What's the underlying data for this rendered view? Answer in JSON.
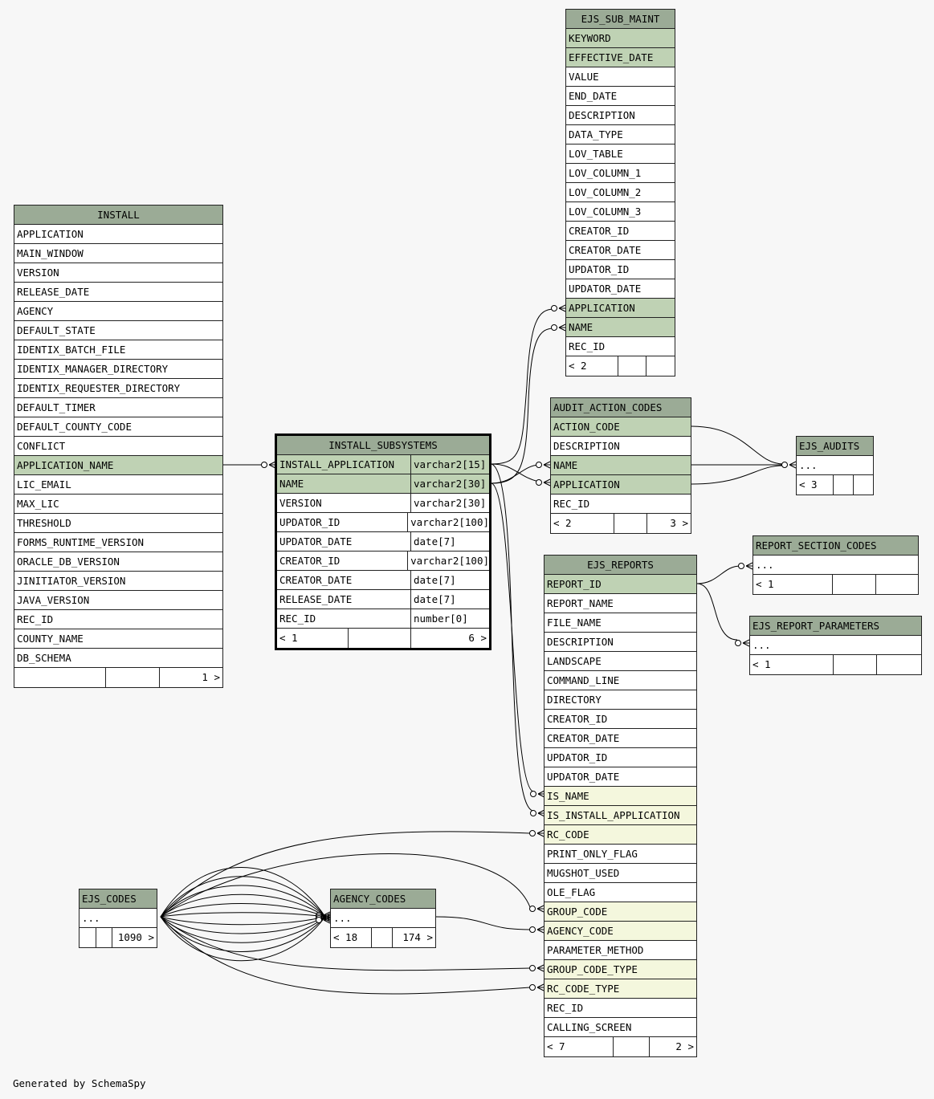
{
  "tables": {
    "install": {
      "name": "INSTALL",
      "columns": [
        "APPLICATION",
        "MAIN_WINDOW",
        "VERSION",
        "RELEASE_DATE",
        "AGENCY",
        "DEFAULT_STATE",
        "IDENTIX_BATCH_FILE",
        "IDENTIX_MANAGER_DIRECTORY",
        "IDENTIX_REQUESTER_DIRECTORY",
        "DEFAULT_TIMER",
        "DEFAULT_COUNTY_CODE",
        "CONFLICT",
        "APPLICATION_NAME",
        "LIC_EMAIL",
        "MAX_LIC",
        "THRESHOLD",
        "FORMS_RUNTIME_VERSION",
        "ORACLE_DB_VERSION",
        "JINITIATOR_VERSION",
        "JAVA_VERSION",
        "REC_ID",
        "COUNTY_NAME",
        "DB_SCHEMA"
      ],
      "footer": [
        "",
        "",
        "1 >"
      ]
    },
    "install_subsystems": {
      "name": "INSTALL_SUBSYSTEMS",
      "columns": [
        {
          "name": "INSTALL_APPLICATION",
          "type": "varchar2[15]"
        },
        {
          "name": "NAME",
          "type": "varchar2[30]"
        },
        {
          "name": "VERSION",
          "type": "varchar2[30]"
        },
        {
          "name": "UPDATOR_ID",
          "type": "varchar2[100]"
        },
        {
          "name": "UPDATOR_DATE",
          "type": "date[7]"
        },
        {
          "name": "CREATOR_ID",
          "type": "varchar2[100]"
        },
        {
          "name": "CREATOR_DATE",
          "type": "date[7]"
        },
        {
          "name": "RELEASE_DATE",
          "type": "date[7]"
        },
        {
          "name": "REC_ID",
          "type": "number[0]"
        }
      ],
      "footer": [
        "< 1",
        "",
        "6 >"
      ]
    },
    "ejs_sub_maint": {
      "name": "EJS_SUB_MAINT",
      "columns": [
        "KEYWORD",
        "EFFECTIVE_DATE",
        "VALUE",
        "END_DATE",
        "DESCRIPTION",
        "DATA_TYPE",
        "LOV_TABLE",
        "LOV_COLUMN_1",
        "LOV_COLUMN_2",
        "LOV_COLUMN_3",
        "CREATOR_ID",
        "CREATOR_DATE",
        "UPDATOR_ID",
        "UPDATOR_DATE",
        "APPLICATION",
        "NAME",
        "REC_ID"
      ],
      "footer": [
        "< 2",
        "",
        ""
      ]
    },
    "audit_action_codes": {
      "name": "AUDIT_ACTION_CODES",
      "columns": [
        "ACTION_CODE",
        "DESCRIPTION",
        "NAME",
        "APPLICATION",
        "REC_ID"
      ],
      "footer": [
        "< 2",
        "",
        "3 >"
      ]
    },
    "ejs_audits": {
      "name": "EJS_AUDITS",
      "columns": [
        "..."
      ],
      "footer": [
        "< 3",
        "",
        ""
      ]
    },
    "report_section_codes": {
      "name": "REPORT_SECTION_CODES",
      "columns": [
        "..."
      ],
      "footer": [
        "< 1",
        "",
        ""
      ]
    },
    "ejs_report_parameters": {
      "name": "EJS_REPORT_PARAMETERS",
      "columns": [
        "..."
      ],
      "footer": [
        "< 1",
        "",
        ""
      ]
    },
    "ejs_reports": {
      "name": "EJS_REPORTS",
      "columns": [
        "REPORT_ID",
        "REPORT_NAME",
        "FILE_NAME",
        "DESCRIPTION",
        "LANDSCAPE",
        "COMMAND_LINE",
        "DIRECTORY",
        "CREATOR_ID",
        "CREATOR_DATE",
        "UPDATOR_ID",
        "UPDATOR_DATE",
        "IS_NAME",
        "IS_INSTALL_APPLICATION",
        "RC_CODE",
        "PRINT_ONLY_FLAG",
        "MUGSHOT_USED",
        "OLE_FLAG",
        "GROUP_CODE",
        "AGENCY_CODE",
        "PARAMETER_METHOD",
        "GROUP_CODE_TYPE",
        "RC_CODE_TYPE",
        "REC_ID",
        "CALLING_SCREEN"
      ],
      "footer": [
        "< 7",
        "",
        "2 >"
      ]
    },
    "ejs_codes": {
      "name": "EJS_CODES",
      "columns": [
        "..."
      ],
      "footer": [
        "",
        "",
        "1090 >"
      ]
    },
    "agency_codes": {
      "name": "AGENCY_CODES",
      "columns": [
        "..."
      ],
      "footer": [
        "< 18",
        "",
        "174 >"
      ]
    }
  },
  "footer_text": "Generated by SchemaSpy"
}
